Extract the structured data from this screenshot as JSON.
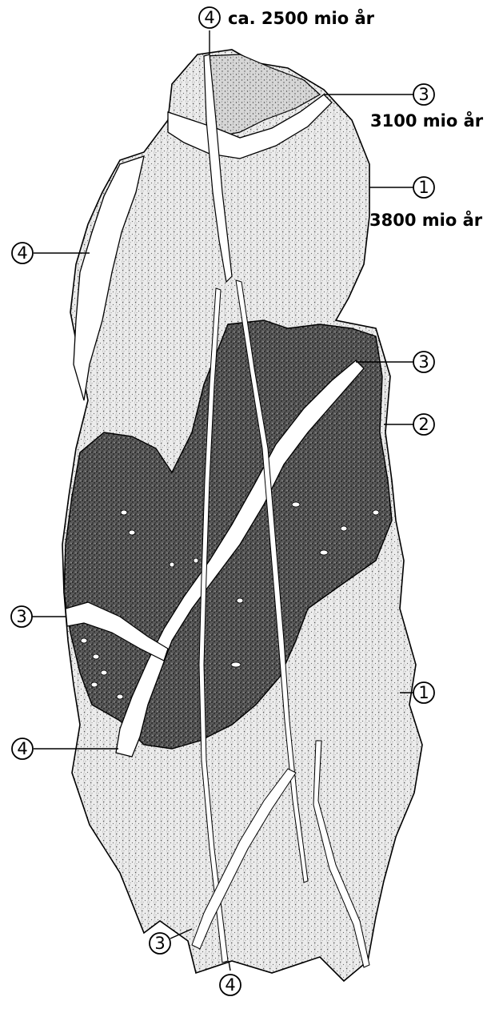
{
  "labels": {
    "top_vein_4": "4",
    "top_vein_4_age": "ca. 2500 mio år",
    "upper_right_3": "3",
    "upper_right_3_age": "3100 mio år",
    "upper_right_1": "1",
    "upper_right_1_age": "3800 mio år",
    "left_4_upper": "4",
    "right_3_middle": "3",
    "right_2": "2",
    "left_3": "3",
    "right_1_lower": "1",
    "left_4_lower": "4",
    "bottom_3": "3",
    "bottom_4": "4"
  },
  "colors": {
    "ink": "#000000",
    "light_rock": "#d8d8d8",
    "dark_rock": "#3a3a3a",
    "vein": "#ffffff",
    "paper": "#ffffff"
  }
}
